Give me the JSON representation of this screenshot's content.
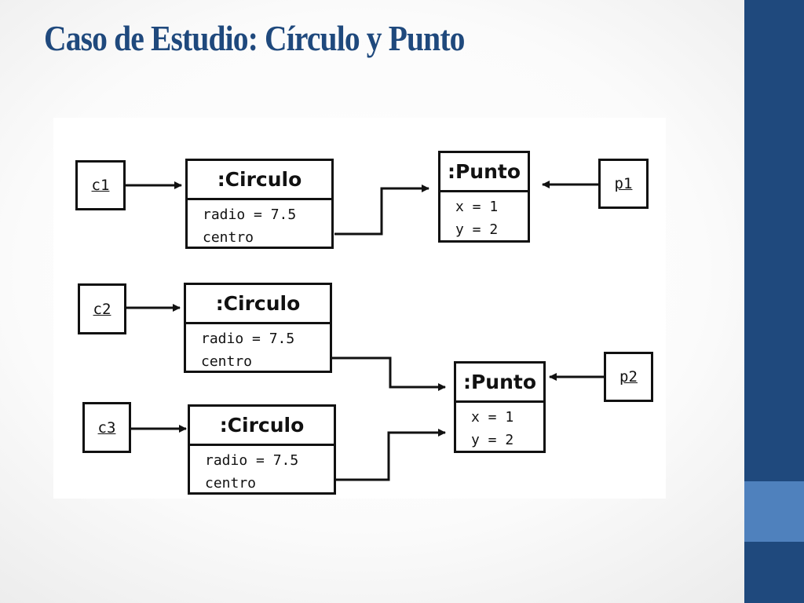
{
  "slide": {
    "title": "Caso de Estudio: Círculo y Punto",
    "accent_color": "#1f497d",
    "accent_light_color": "#4f81bd"
  },
  "diagram": {
    "references": [
      {
        "label": "c1"
      },
      {
        "label": "c2"
      },
      {
        "label": "c3"
      },
      {
        "label": "p1"
      },
      {
        "label": "p2"
      }
    ],
    "circulos": [
      {
        "title": ":Circulo",
        "radio": "radio = 7.5",
        "centro": "centro"
      },
      {
        "title": ":Circulo",
        "radio": "radio = 7.5",
        "centro": "centro"
      },
      {
        "title": ":Circulo",
        "radio": "radio = 7.5",
        "centro": "centro"
      }
    ],
    "puntos": [
      {
        "title": ":Punto",
        "x": "x = 1",
        "y": "y = 2"
      },
      {
        "title": ":Punto",
        "x": "x = 1",
        "y": "y = 2"
      }
    ]
  }
}
